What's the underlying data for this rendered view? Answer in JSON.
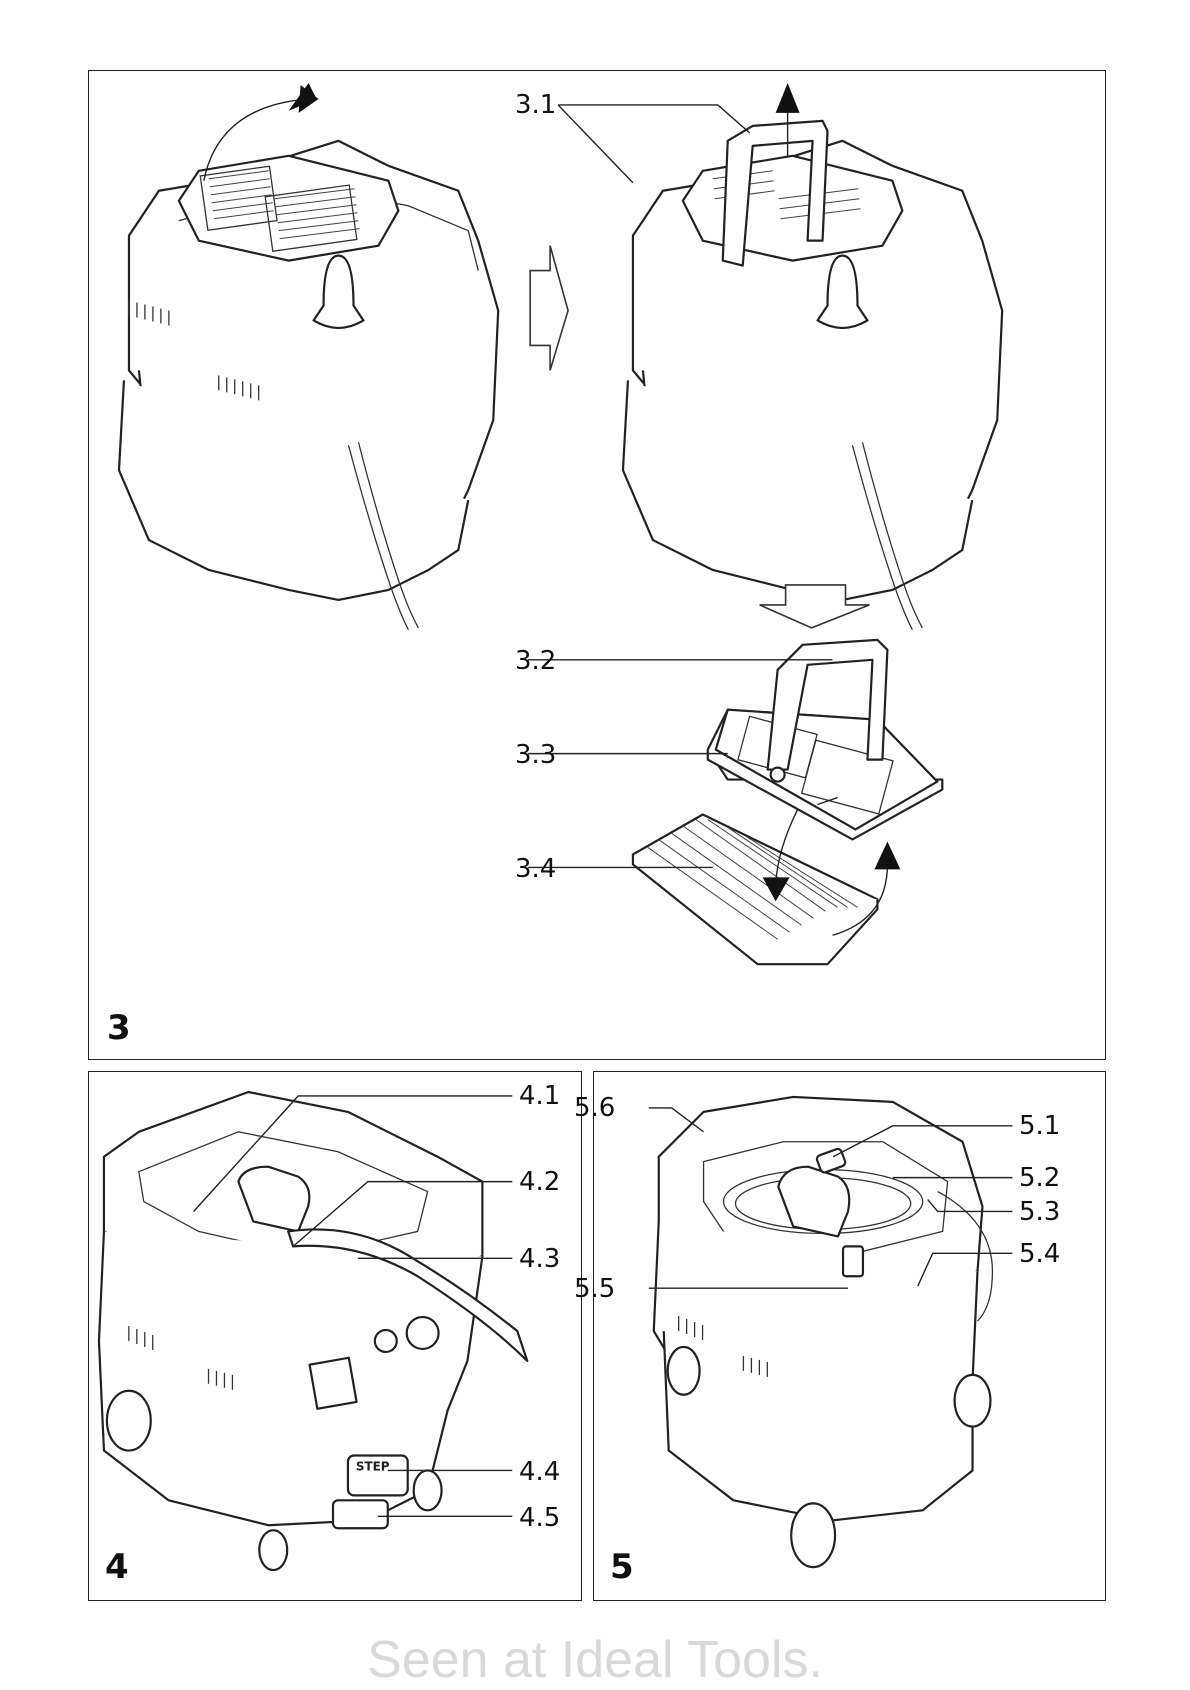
{
  "figures": [
    {
      "number": "3",
      "callouts": [
        "3.1",
        "3.2",
        "3.3",
        "3.4"
      ]
    },
    {
      "number": "4",
      "callouts": [
        "4.1",
        "4.2",
        "4.3",
        "4.4",
        "4.5"
      ],
      "step_label": "STEP"
    },
    {
      "number": "5",
      "callouts": [
        "5.1",
        "5.2",
        "5.3",
        "5.4",
        "5.5",
        "5.6"
      ]
    }
  ],
  "watermark": "Seen at Ideal Tools.",
  "icons": [
    "move-arrow-icon",
    "lift-arrow-icon",
    "transition-arrow-icon",
    "insert-arrow-icon",
    "remove-arrow-icon"
  ]
}
